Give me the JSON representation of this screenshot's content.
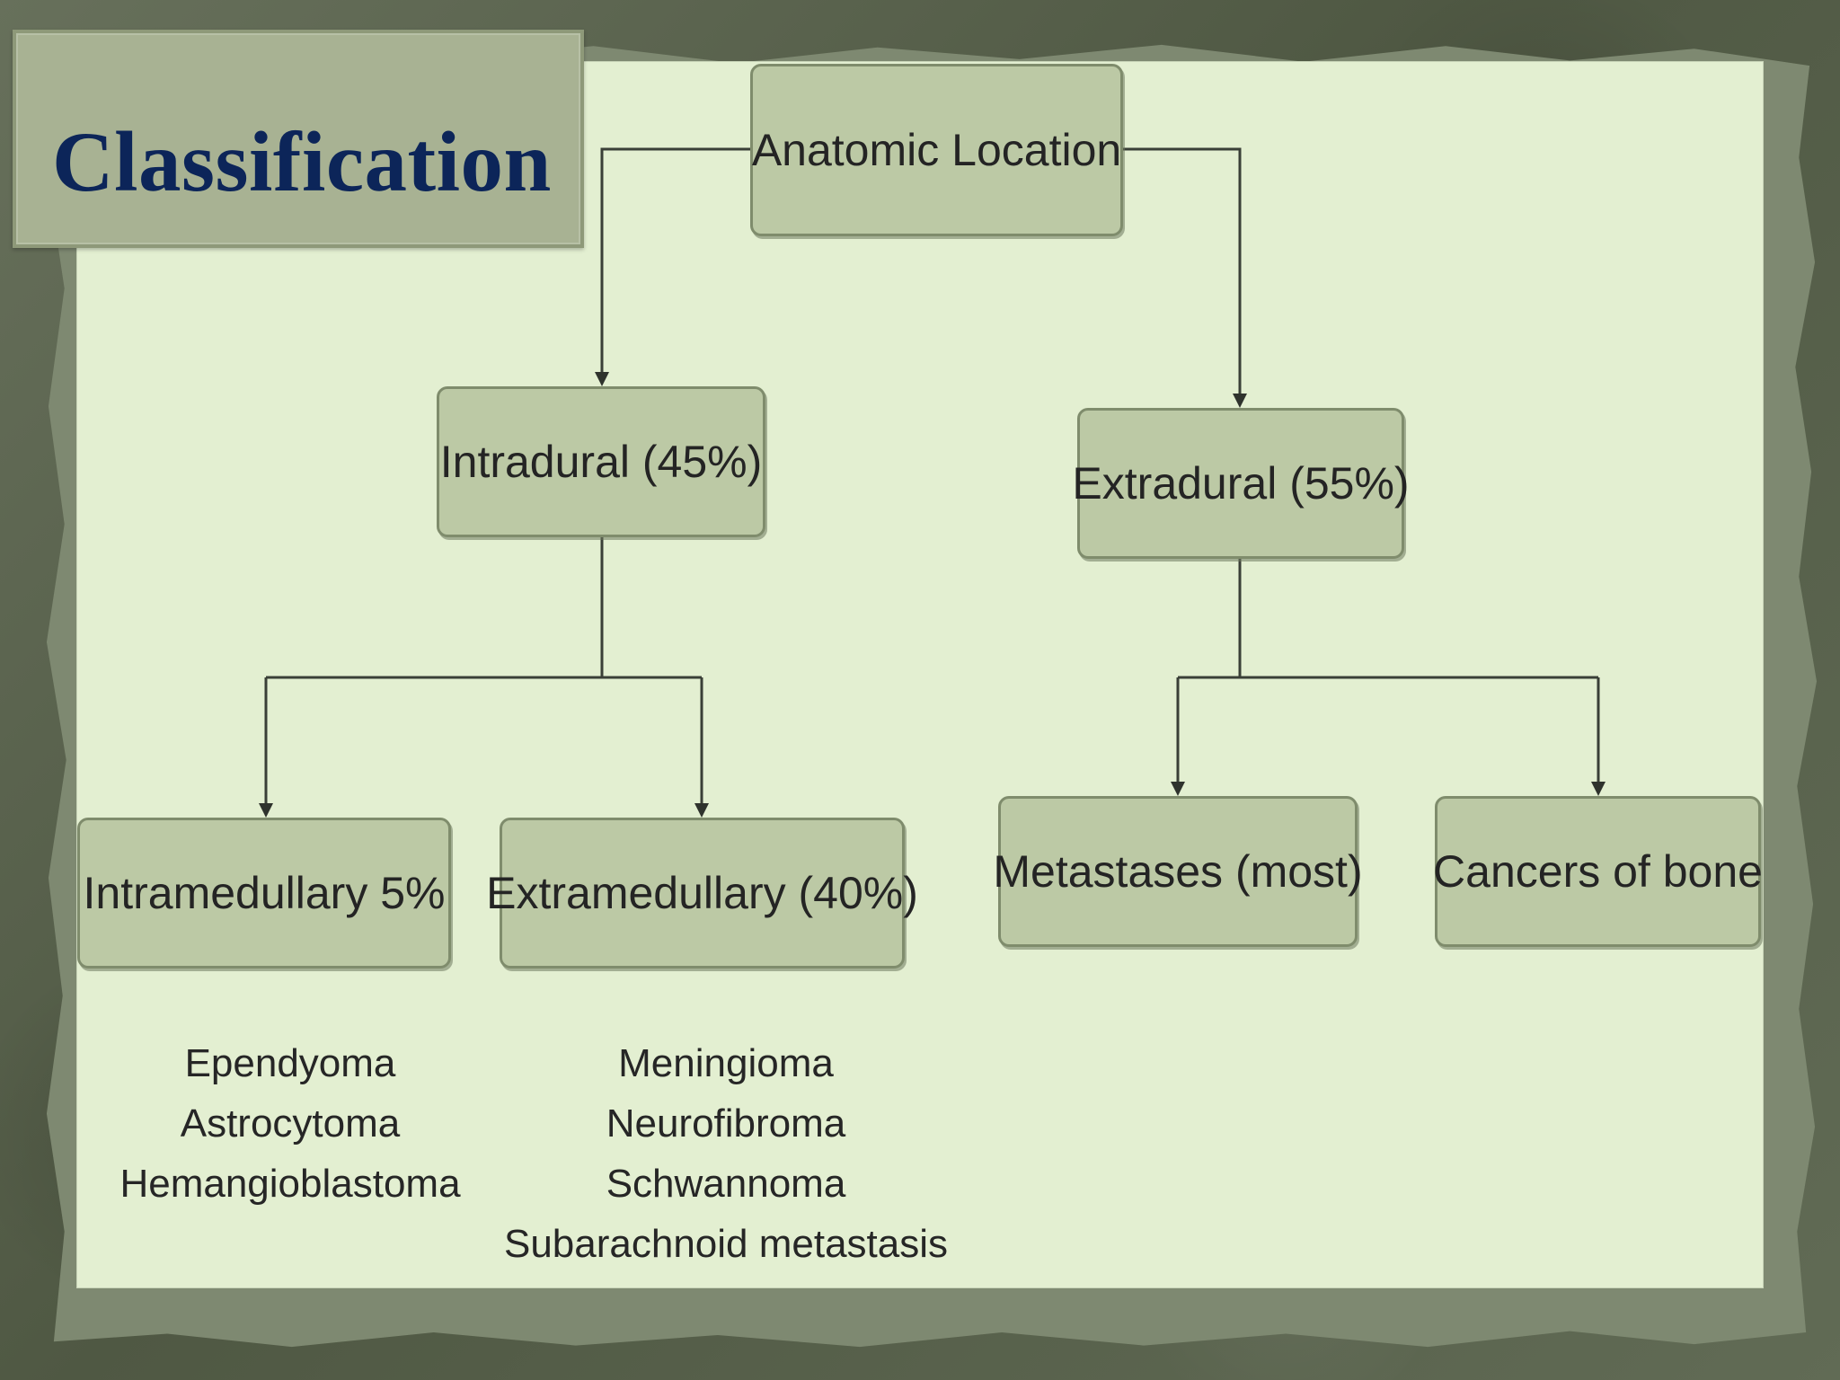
{
  "slide": {
    "title": "Classification"
  },
  "diagram": {
    "root": "Anatomic Location",
    "intradural": "Intradural (45%)",
    "extradural": "Extradural (55%)",
    "intramedullary": "Intramedullary 5%",
    "extramedullary": "Extramedullary (40%)",
    "metastases": "Metastases (most)",
    "cancers_of_bone": "Cancers of bone",
    "intramedullary_examples": [
      "Ependyoma",
      "Astrocytoma",
      "Hemangioblastoma"
    ],
    "extramedullary_examples": [
      "Meningioma",
      "Neurofibroma",
      "Schwannoma",
      "Subarachnoid metastasis"
    ]
  }
}
